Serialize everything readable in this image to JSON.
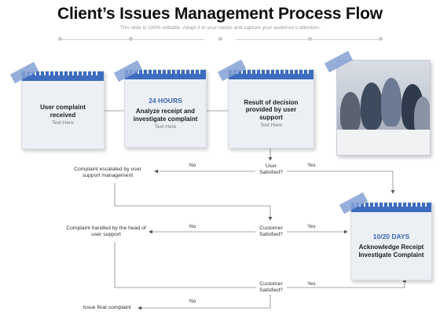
{
  "header": {
    "title": "Client’s Issues Management Process Flow",
    "subtitle": "This slide is 100% editable. Adapt it to your needs and capture your audience’s attention."
  },
  "notes": {
    "complaint_received": {
      "main": "User complaint received",
      "sub": "Text Here"
    },
    "analyze": {
      "highlight": "24 HOURS",
      "main": "Analyze receipt and investigate complaint",
      "sub": "Text Here"
    },
    "result": {
      "main": "Result of decision provided by user support",
      "sub": "Text Here"
    },
    "acknowledge": {
      "highlight": "10/20 DAYS",
      "main": "Acknowledge Receipt Investigate Complaint"
    }
  },
  "flow": {
    "escalated": "Complaint escalated by user support management",
    "handled_by_head": "Complaint handled by the head of user support",
    "issue_final": "Issue final complaint",
    "decision_1": "User Satisfied?",
    "decision_2": "Customer Satisfied?",
    "decision_3": "Customer Satisfied?",
    "yes": "Yes",
    "no": "No"
  },
  "colors": {
    "accent": "#3d6cc0",
    "tape": "#84a0d4",
    "note_bg": "#eceff4"
  },
  "icons": {
    "photo": "business-meeting-photo"
  }
}
